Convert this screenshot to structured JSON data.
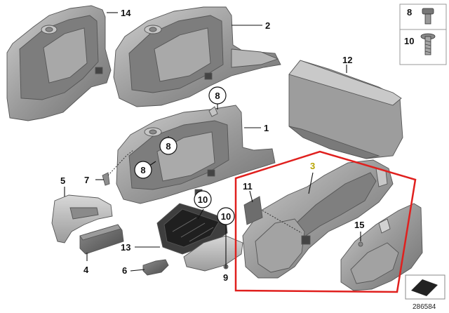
{
  "diagram": {
    "callouts": {
      "c1": "1",
      "c2": "2",
      "c3": "3",
      "c4": "4",
      "c5": "5",
      "c6": "6",
      "c7": "7",
      "c9": "9",
      "c11": "11",
      "c12": "12",
      "c13": "13",
      "c14": "14",
      "c15": "15"
    },
    "circled_callouts": {
      "c8a": "8",
      "c8b": "8",
      "c8c": "8",
      "c10a": "10",
      "c10b": "10"
    },
    "legend": {
      "item8": "8",
      "item10": "10"
    },
    "document_number": "286584",
    "colors": {
      "part_gray": "#8a8a8a",
      "part_light": "#b9b9b9",
      "highlight_frame": "#e0201e",
      "highlight_label": "#b8a400"
    }
  }
}
